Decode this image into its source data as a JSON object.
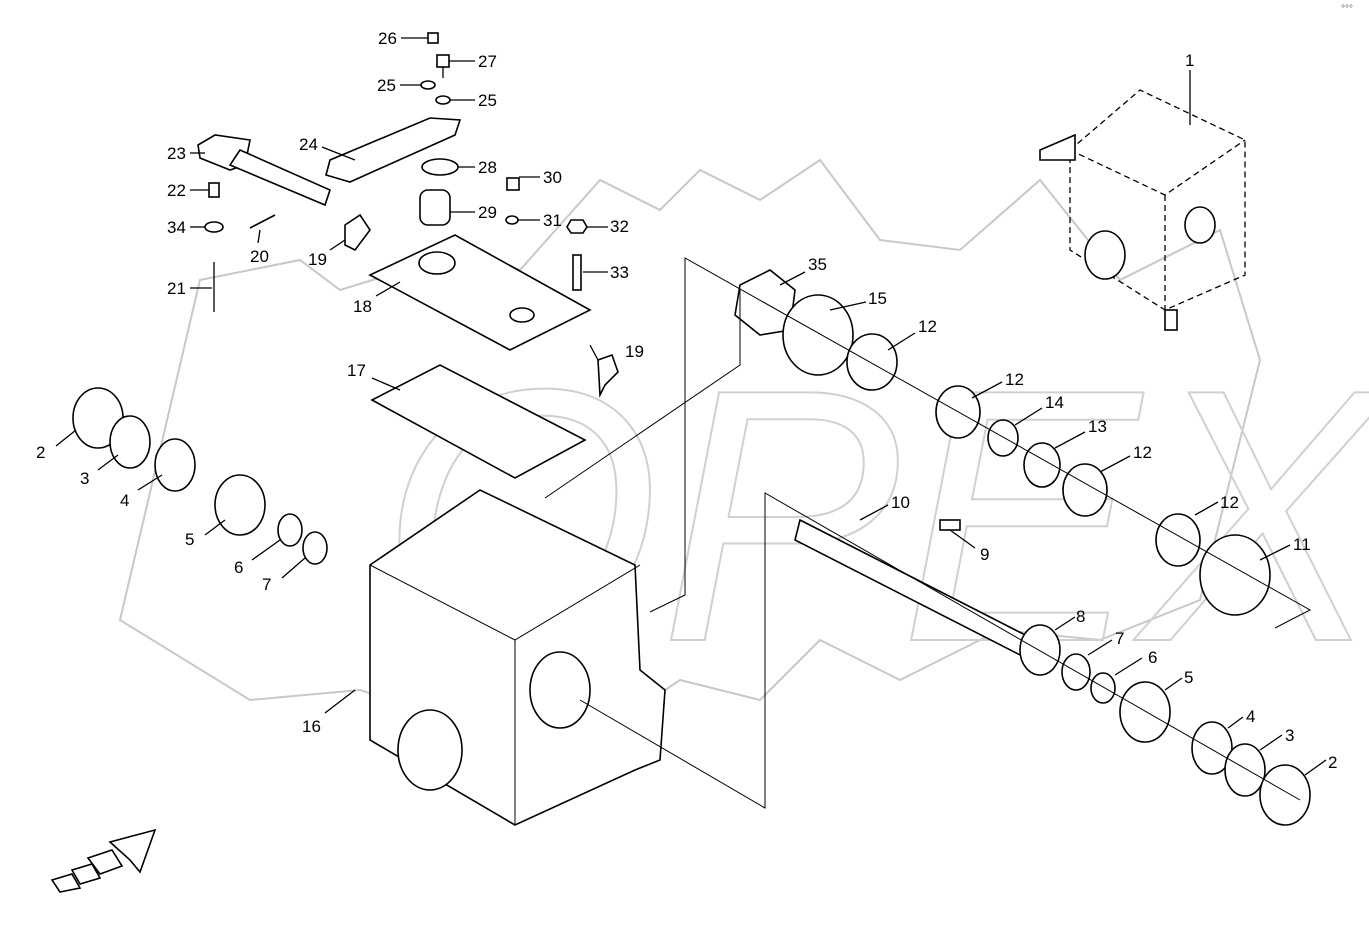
{
  "diagram": {
    "corner_mark": "°°°",
    "watermark_text": "OPEX",
    "callouts": [
      {
        "id": "c26",
        "label": "26"
      },
      {
        "id": "c27",
        "label": "27"
      },
      {
        "id": "c25a",
        "label": "25"
      },
      {
        "id": "c25b",
        "label": "25"
      },
      {
        "id": "c24",
        "label": "24"
      },
      {
        "id": "c23",
        "label": "23"
      },
      {
        "id": "c28",
        "label": "28"
      },
      {
        "id": "c30",
        "label": "30"
      },
      {
        "id": "c22",
        "label": "22"
      },
      {
        "id": "c29",
        "label": "29"
      },
      {
        "id": "c31",
        "label": "31"
      },
      {
        "id": "c32",
        "label": "32"
      },
      {
        "id": "c34",
        "label": "34"
      },
      {
        "id": "c20",
        "label": "20"
      },
      {
        "id": "c19a",
        "label": "19"
      },
      {
        "id": "c33",
        "label": "33"
      },
      {
        "id": "c21",
        "label": "21"
      },
      {
        "id": "c18",
        "label": "18"
      },
      {
        "id": "c35",
        "label": "35"
      },
      {
        "id": "c15",
        "label": "15"
      },
      {
        "id": "c12a",
        "label": "12"
      },
      {
        "id": "c19b",
        "label": "19"
      },
      {
        "id": "c17",
        "label": "17"
      },
      {
        "id": "c12b",
        "label": "12"
      },
      {
        "id": "c14",
        "label": "14"
      },
      {
        "id": "c13",
        "label": "13"
      },
      {
        "id": "c12c",
        "label": "12"
      },
      {
        "id": "c2a",
        "label": "2"
      },
      {
        "id": "c3a",
        "label": "3"
      },
      {
        "id": "c4a",
        "label": "4"
      },
      {
        "id": "c10",
        "label": "10"
      },
      {
        "id": "c12d",
        "label": "12"
      },
      {
        "id": "c5a",
        "label": "5"
      },
      {
        "id": "c9",
        "label": "9"
      },
      {
        "id": "c11",
        "label": "11"
      },
      {
        "id": "c6a",
        "label": "6"
      },
      {
        "id": "c7a",
        "label": "7"
      },
      {
        "id": "c8",
        "label": "8"
      },
      {
        "id": "c16",
        "label": "16"
      },
      {
        "id": "c7b",
        "label": "7"
      },
      {
        "id": "c6b",
        "label": "6"
      },
      {
        "id": "c5b",
        "label": "5"
      },
      {
        "id": "c4b",
        "label": "4"
      },
      {
        "id": "c3b",
        "label": "3"
      },
      {
        "id": "c2b",
        "label": "2"
      },
      {
        "id": "c1",
        "label": "1"
      }
    ]
  }
}
